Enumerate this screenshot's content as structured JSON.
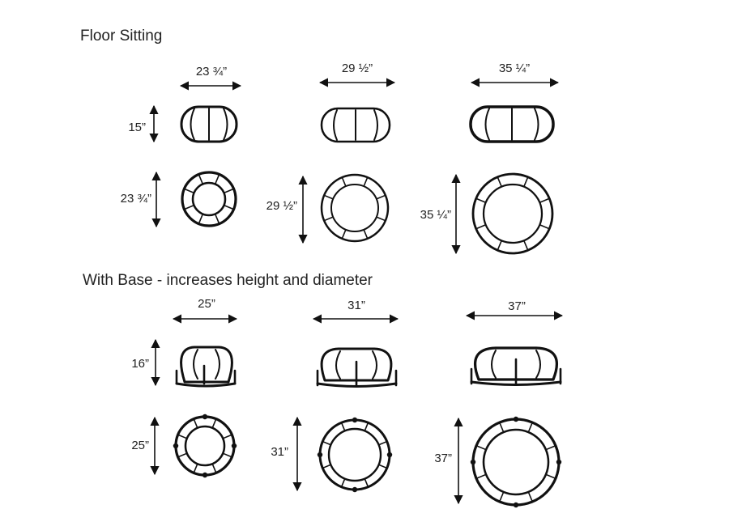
{
  "sections": [
    {
      "title": "Floor Sitting",
      "columns": [
        {
          "width_label": "23 ¾”",
          "height_label": "15”",
          "diameter_label": "23 ¾”"
        },
        {
          "width_label": "29 ½”",
          "height_label": "",
          "diameter_label": "29 ½”"
        },
        {
          "width_label": "35 ¼”",
          "height_label": "",
          "diameter_label": "35 ¼”"
        }
      ]
    },
    {
      "title": "With Base - increases height and diameter",
      "columns": [
        {
          "width_label": "25”",
          "height_label": "16”",
          "diameter_label": "25”"
        },
        {
          "width_label": "31”",
          "height_label": "",
          "diameter_label": "31”"
        },
        {
          "width_label": "37”",
          "height_label": "",
          "diameter_label": "37”"
        }
      ]
    }
  ],
  "colors": {
    "line": "#111111",
    "text": "#222222",
    "background": "#ffffff"
  }
}
